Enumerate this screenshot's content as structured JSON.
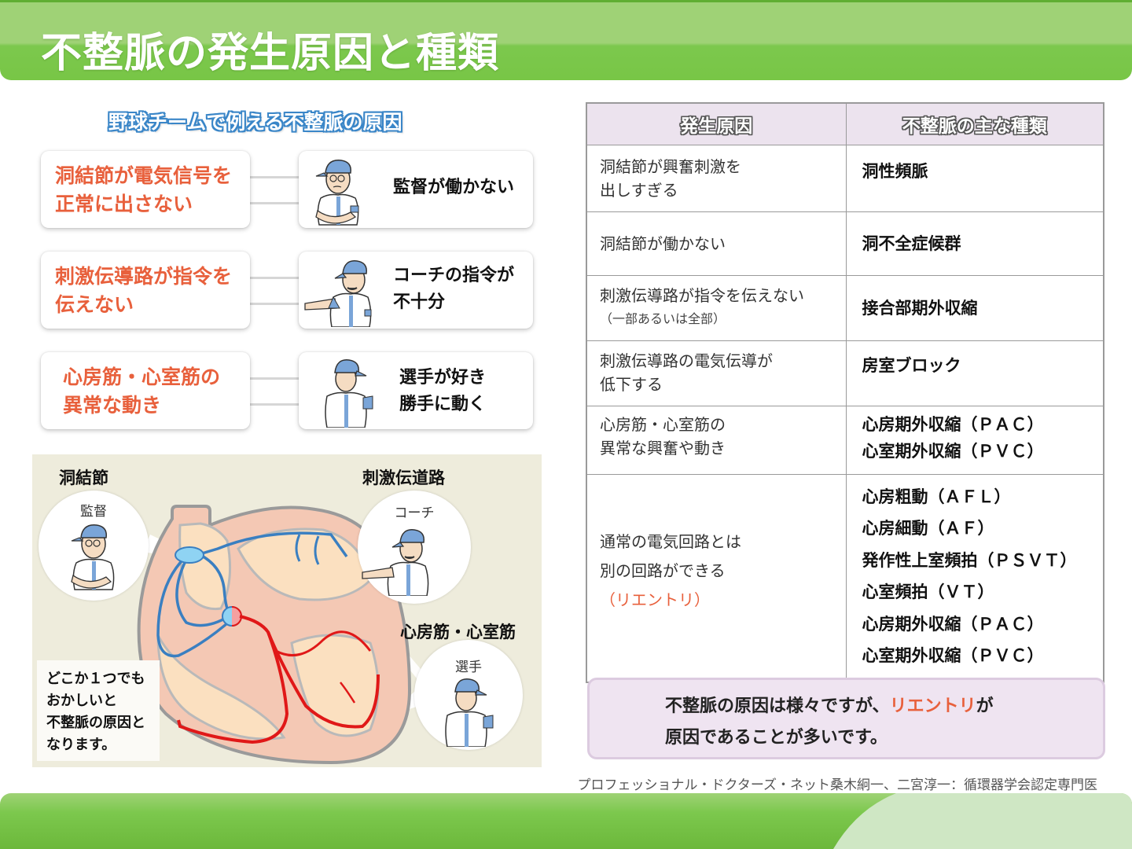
{
  "header": {
    "title": "不整脈の発生原因と種類"
  },
  "analogy_section": {
    "heading": "野球チームで例える不整脈の原因",
    "rows": [
      {
        "cause_lines": [
          "洞結節が電気信号を",
          "正常に出さない"
        ],
        "analogy_lines": [
          "監督が働かない"
        ],
        "figure": "manager-figure-icon"
      },
      {
        "cause_lines": [
          "刺激伝導路が指令を",
          "伝えない"
        ],
        "analogy_lines": [
          "コーチの指令が",
          "不十分"
        ],
        "figure": "coach-figure-icon"
      },
      {
        "cause_lines": [
          "心房筋・心室筋の",
          "異常な動き"
        ],
        "analogy_lines": [
          "選手が好き",
          "勝手に動く"
        ],
        "figure": "player-figure-icon"
      }
    ]
  },
  "heart_diagram": {
    "labels": {
      "sinus_node": "洞結節",
      "conduction_path": "刺激伝道路",
      "muscle": "心房筋・心室筋"
    },
    "bubbles": {
      "manager": "監督",
      "coach": "コーチ",
      "player": "選手"
    },
    "note_lines": [
      "どこか１つでも",
      "おかしいと",
      "不整脈の原因と",
      "なります。"
    ],
    "colors": {
      "background": "#eeecdc",
      "heart_outer": "#f4c8b4",
      "heart_inner": "#fbe0c0",
      "upper_path": "#3a7fc1",
      "lower_path": "#e01818"
    }
  },
  "table": {
    "headers": [
      "発生原因",
      "不整脈の主な種類"
    ],
    "rows": [
      {
        "cause_lines": [
          "洞結節が興奮刺激を",
          "出しすぎる"
        ],
        "types": [
          "洞性頻脈"
        ]
      },
      {
        "cause_lines": [
          "洞結節が働かない"
        ],
        "types": [
          "洞不全症候群"
        ]
      },
      {
        "cause_lines": [
          "刺激伝導路が指令を伝えない"
        ],
        "cause_note": "（一部あるいは全部）",
        "types": [
          "接合部期外収縮"
        ]
      },
      {
        "cause_lines": [
          "刺激伝導路の電気伝導が",
          "低下する"
        ],
        "types": [
          "房室ブロック"
        ]
      },
      {
        "cause_lines": [
          "心房筋・心室筋の",
          "異常な興奮や動き"
        ],
        "types": [
          "心房期外収縮（ＰＡＣ）",
          "心室期外収縮（ＰＶＣ）"
        ]
      },
      {
        "cause_lines": [
          "通常の電気回路とは",
          "別の回路ができる"
        ],
        "cause_accent": "（リエントリ）",
        "types": [
          "心房粗動（ＡＦＬ）",
          "心房細動（ＡＦ）",
          "発作性上室頻拍（ＰＳＶＴ）",
          "心室頻拍（ＶＴ）",
          "心房期外収縮（ＰＡＣ）",
          "心室期外収縮（ＰＶＣ）"
        ]
      }
    ]
  },
  "summary": {
    "line1_before": "不整脈の原因は様々ですが、",
    "line1_accent": "リエントリ",
    "line1_after": "が",
    "line2": "原因であることが多いです。"
  },
  "citation": "プロフェッショナル・ドクターズ・ネット桑木絅一、二宮淳一：循環器学会認定専門医",
  "colors": {
    "header_green": "#7cc84d",
    "accent_orange": "#e8603c",
    "heading_blue": "#3a86c8",
    "table_header_bg": "#ece3ee",
    "summary_bg": "#efe4f1"
  }
}
